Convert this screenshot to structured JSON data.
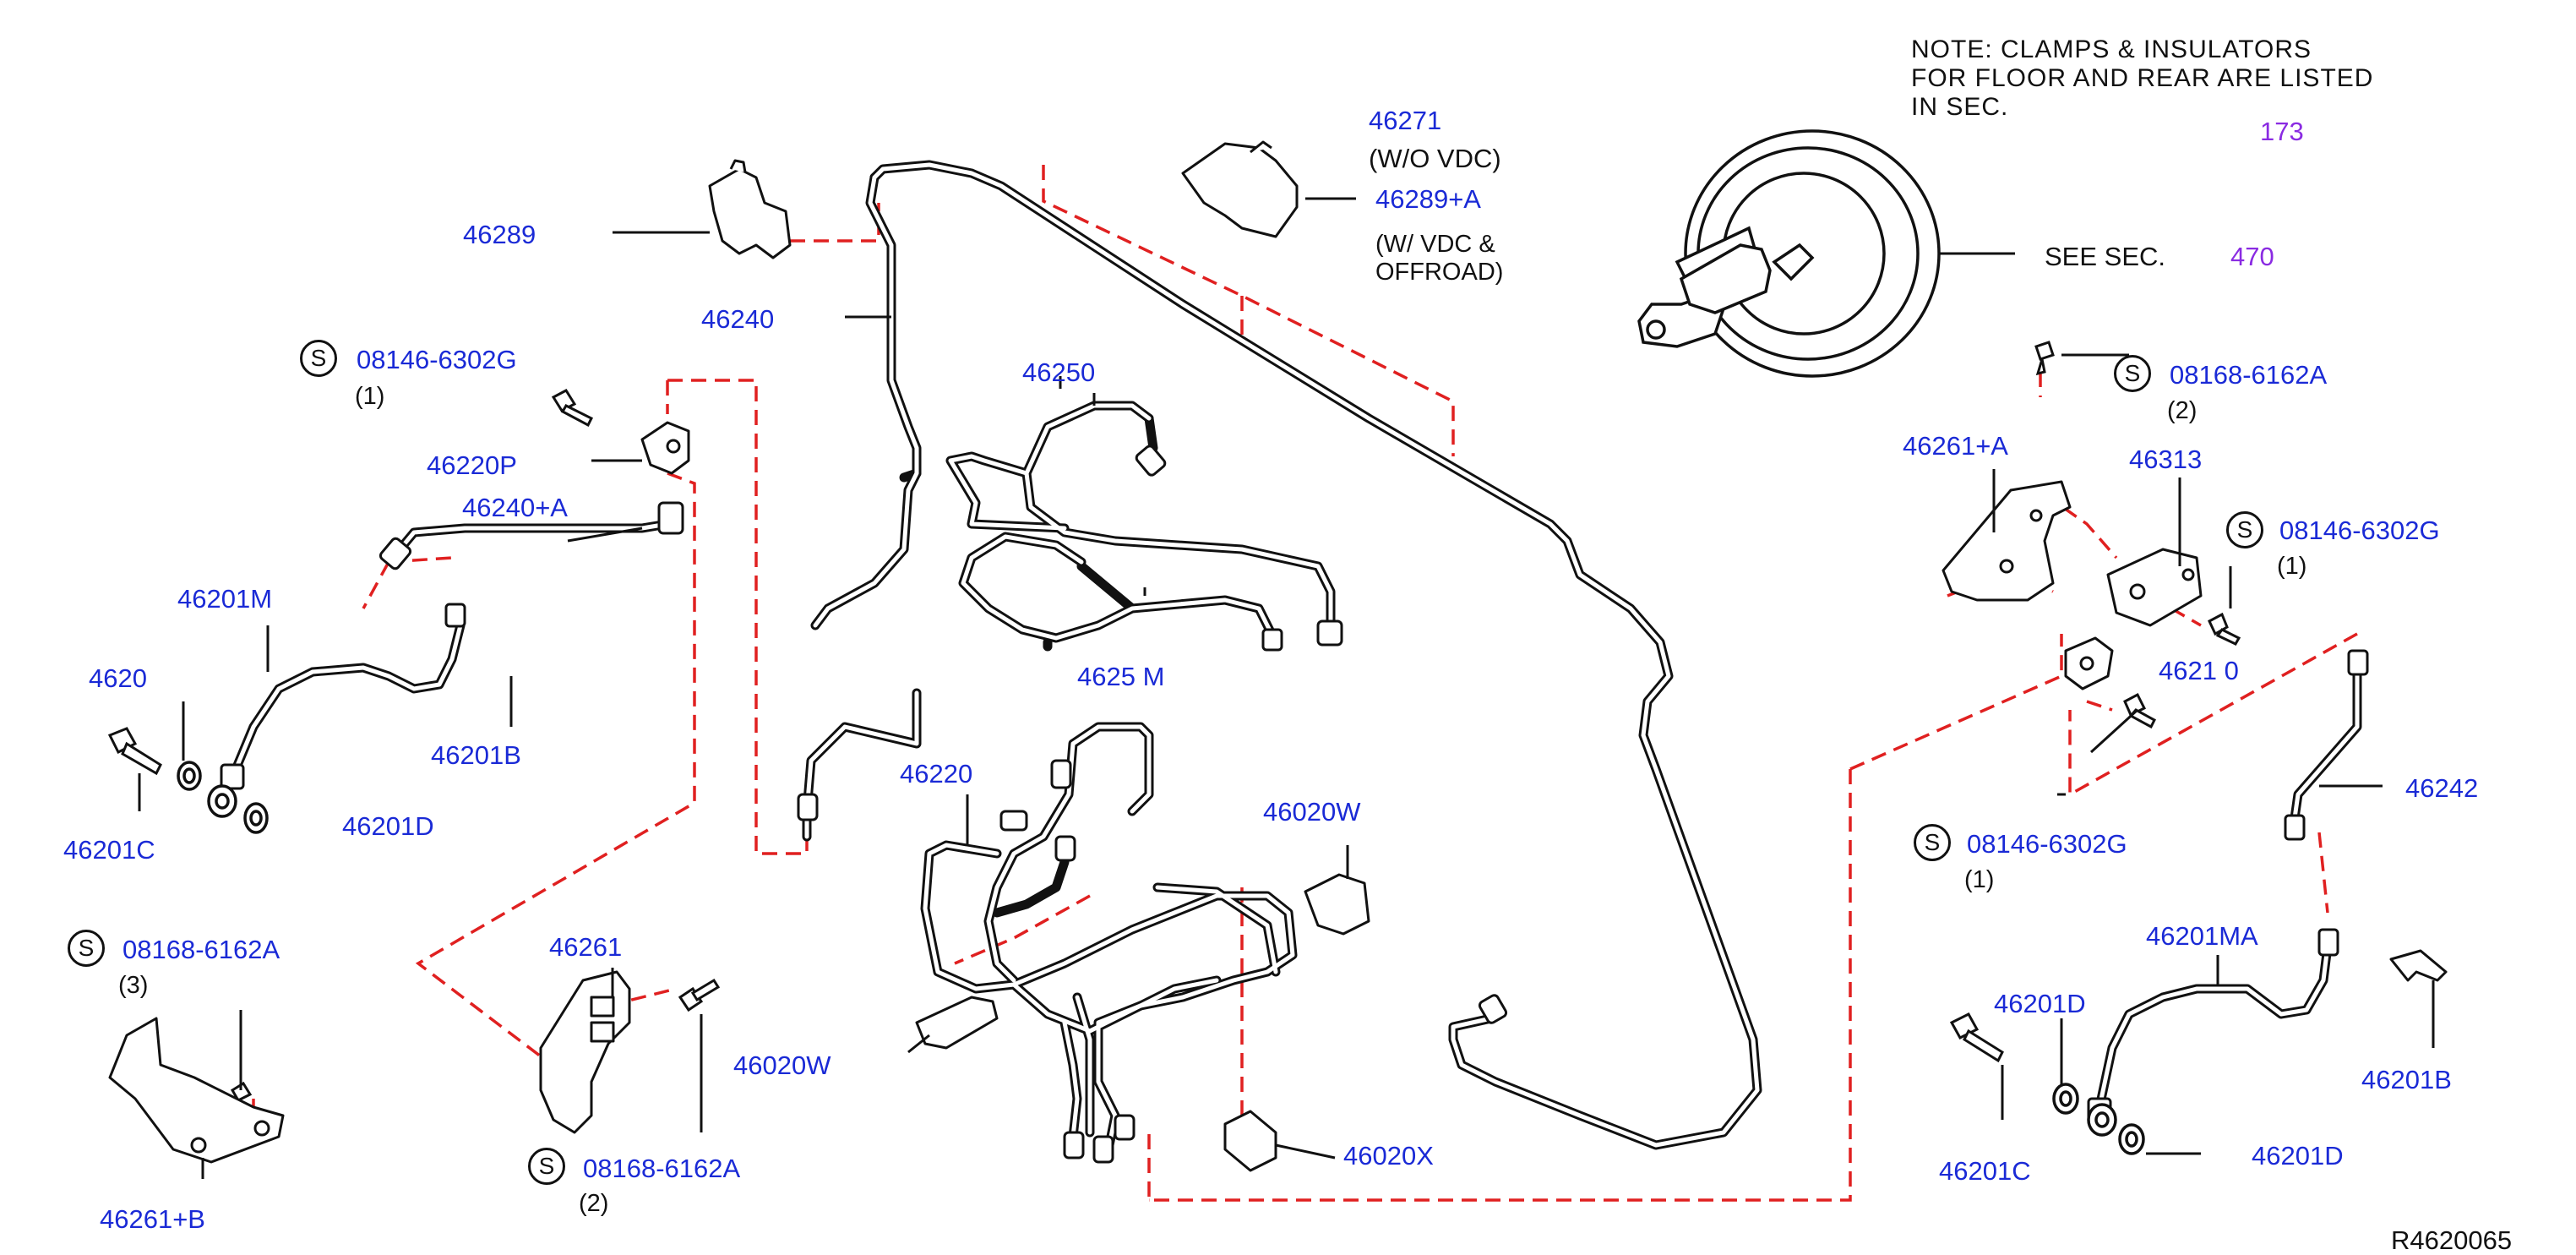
{
  "colors": {
    "part_number": "#1a2ad6",
    "lines": "#111111",
    "dashed_leader": "#e02020",
    "section_ref": "#8a2be2"
  },
  "note": {
    "line1": "NOTE:  CLAMPS  &  INSULATORS",
    "line2": "FOR  FLOOR  AND  REAR  ARE LISTED",
    "line3": "IN SEC.",
    "section": "173"
  },
  "booster": {
    "see_sec": "SEE   SEC.",
    "section": "470"
  },
  "labels": {
    "p46289": "46289",
    "p46240": "46240",
    "p46271": "46271",
    "wo_vdc": "(W/O   VDC)",
    "p46289a": "46289+A",
    "w_vdc": "(W/  VDC  &",
    "offroad": "OFFROAD)",
    "p46250": "46250",
    "p46250m": "4625 M",
    "s1_code": "08146-6302G",
    "s1_qty": "(1)",
    "p46220p": "46220P",
    "p46240a": "46240+A",
    "p46201m": "46201M",
    "p46201c_l": "46201C",
    "p46201d_l": "46201D",
    "p46201b_l": "46201B",
    "p4620x": "4620 ",
    "p46220": "46220",
    "p46020w_1": "46020W",
    "p46020w_2": "46020W",
    "p46020x": "46020X",
    "s2_code": "08168-6162A",
    "s2_qty": "(3)",
    "p46261b": "46261+B",
    "p46261": "46261",
    "s3_code": "08168-6162A",
    "s3_qty": "(2)",
    "s4_code": "08168-6162A",
    "s4_qty": "(2)",
    "p46261a": "46261+A",
    "p46313": "46313",
    "s5_code": "08146-6302G",
    "s5_qty": "(1)",
    "p4621x": "4621 0",
    "s6_code": "08146-6302G",
    "s6_qty": "(1)",
    "p46242": "46242",
    "p46201ma": "46201MA",
    "p46201d_r1": "46201D",
    "p46201c_r": "46201C",
    "p46201d_r2": "46201D",
    "p46201b_r": "46201B",
    "s_symbol": "S",
    "figure_code": "R4620065"
  }
}
